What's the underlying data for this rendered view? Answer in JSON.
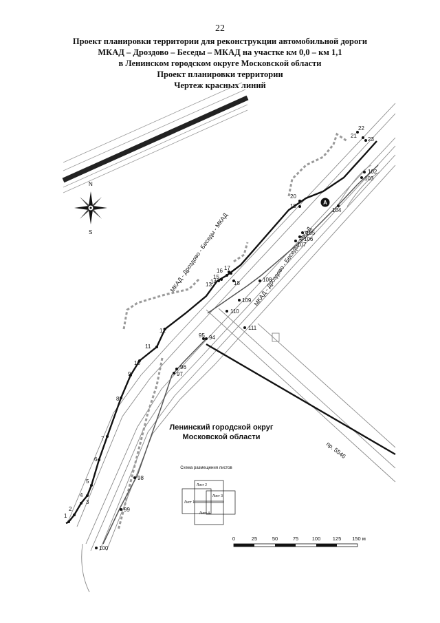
{
  "page_number": "22",
  "title": {
    "line1": "Проект планировки территории для реконструкции автомобильной дороги",
    "line2": "МКАД – Дроздово – Беседы – МКАД на участке км 0,0 – км 1,1",
    "line3": "в Ленинском городском округе Московской области",
    "line4": "Проект планировки территории",
    "line5": "Чертеж красных линий"
  },
  "map": {
    "north_label": "N",
    "south_label": "S",
    "road_labels": [
      "МКАД - Дроздово - Беседы - МКАД",
      "МКАД - Дроздово - Беседы - МКАД"
    ],
    "district_label_line1": "Ленинский городской округ",
    "district_label_line2": "Московской области",
    "street_label": "пр. 5546",
    "marker_label": "A",
    "points": [
      "1",
      "2",
      "3",
      "4",
      "5",
      "6",
      "7",
      "8",
      "9",
      "10",
      "11",
      "12",
      "13",
      "14",
      "15",
      "16",
      "17",
      "18",
      "19",
      "20",
      "21",
      "22",
      "23",
      "94",
      "95",
      "96",
      "97",
      "98",
      "99",
      "100",
      "102",
      "103",
      "104",
      "105",
      "106",
      "107",
      "108",
      "109",
      "110",
      "111"
    ]
  },
  "sheet_scheme": {
    "title": "Схема размещения листов",
    "sheets": [
      "Лист 1",
      "Лист 2",
      "Лист 3",
      "Лист 4"
    ]
  },
  "scale_bar": {
    "ticks": [
      "0",
      "25",
      "50",
      "75",
      "100",
      "125",
      "150 м"
    ]
  }
}
